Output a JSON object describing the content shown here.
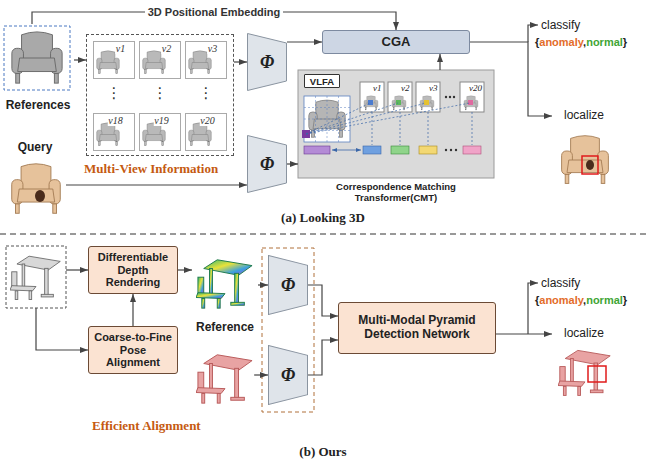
{
  "diagram": {
    "nodes": [
      {
        "text": [
          "References"
        ]
      },
      {
        "text": [
          "⋮",
          "⋮",
          "⋮"
        ]
      },
      {
        "text": [
          "v1"
        ],
        "in": 1
      },
      {
        "text": [
          "v2"
        ],
        "in": 1
      },
      {
        "text": [
          "v3"
        ],
        "in": 1
      },
      {
        "text": [
          "v18"
        ],
        "in": 1
      },
      {
        "text": [
          "v19"
        ],
        "in": 1
      },
      {
        "text": [
          "v20"
        ],
        "in": 1
      },
      {
        "text": [
          "Query"
        ]
      },
      {
        "text": [
          "Φ"
        ]
      },
      {
        "text": [
          "Φ"
        ]
      },
      {
        "text": [
          "CGA"
        ]
      },
      {
        "text": [
          "Correspondence Matching Transformer(CMT)"
        ]
      },
      {
        "text": [
          "VLFA"
        ],
        "in": 12
      },
      {
        "text": [
          "localize"
        ]
      },
      {
        "text": [
          "Differentiable Depth Rendering"
        ]
      },
      {
        "text": [
          "Coarse-to-Fine Pose Alignment"
        ]
      },
      {
        "text": [
          "Reference"
        ]
      },
      {
        "text": [
          "Φ"
        ]
      },
      {
        "text": [
          "Φ"
        ]
      },
      {
        "text": [
          "Multi-Modal Pyramid Detection Network"
        ]
      },
      {
        "text": [
          "localize"
        ]
      }
    ],
    "edges": [
      {
        "from": 0,
        "to": 1,
        "arrow": "to"
      },
      {
        "from": 1,
        "to": 9,
        "arrow": "to"
      },
      {
        "from": 0,
        "to": 11,
        "label": "3D Positional Embedding",
        "arrow": "to"
      },
      {
        "from": 8,
        "to": 10,
        "arrow": "to"
      },
      {
        "from": 9,
        "to": 11,
        "arrow": "to"
      },
      {
        "from": 10,
        "to": 12,
        "arrow": "to"
      },
      {
        "from": 12,
        "to": 11,
        "arrow": "to"
      },
      {
        "from": 11,
        "to": 14,
        "arrow": "to"
      },
      {
        "from": 16,
        "to": 15,
        "arrow": "to"
      },
      {
        "from": 15,
        "to": 17,
        "arrow": "to"
      },
      {
        "from": 17,
        "to": 18,
        "arrow": "to"
      },
      {
        "from": 18,
        "to": 20,
        "arrow": "to"
      },
      {
        "from": 19,
        "to": 20,
        "arrow": "to"
      },
      {
        "from": 20,
        "to": 21,
        "arrow": "to"
      }
    ],
    "labels": [
      "Multi-View Information",
      "v1",
      "v2",
      "v3",
      "v20",
      "classify",
      "{",
      "anomaly",
      ",",
      "normal",
      "}",
      "(a) Looking 3D",
      "classify",
      "{",
      "anomaly",
      ",",
      "normal",
      "}",
      "Efficient Alignment",
      "(b) Ours"
    ]
  }
}
